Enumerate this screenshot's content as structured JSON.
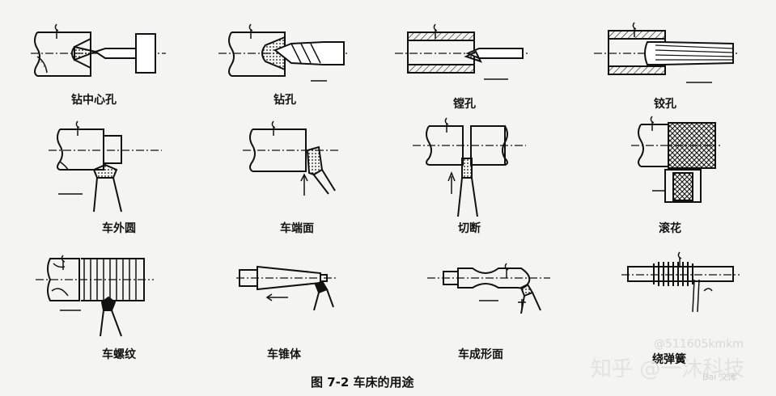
{
  "captions": [
    "钻中心孔",
    "钻孔",
    "镗孔",
    "铰孔",
    "车外圆",
    "车端面",
    "切断",
    "滚花",
    "车螺纹",
    "车锥体",
    "车成形面",
    "绕弹簧"
  ],
  "figure_caption": "图 7-2   车床的用途",
  "watermarks": {
    "handle": "@511605kmkm",
    "zhihu": "知乎 @一沐科技",
    "baidu": "Bai 文库"
  }
}
